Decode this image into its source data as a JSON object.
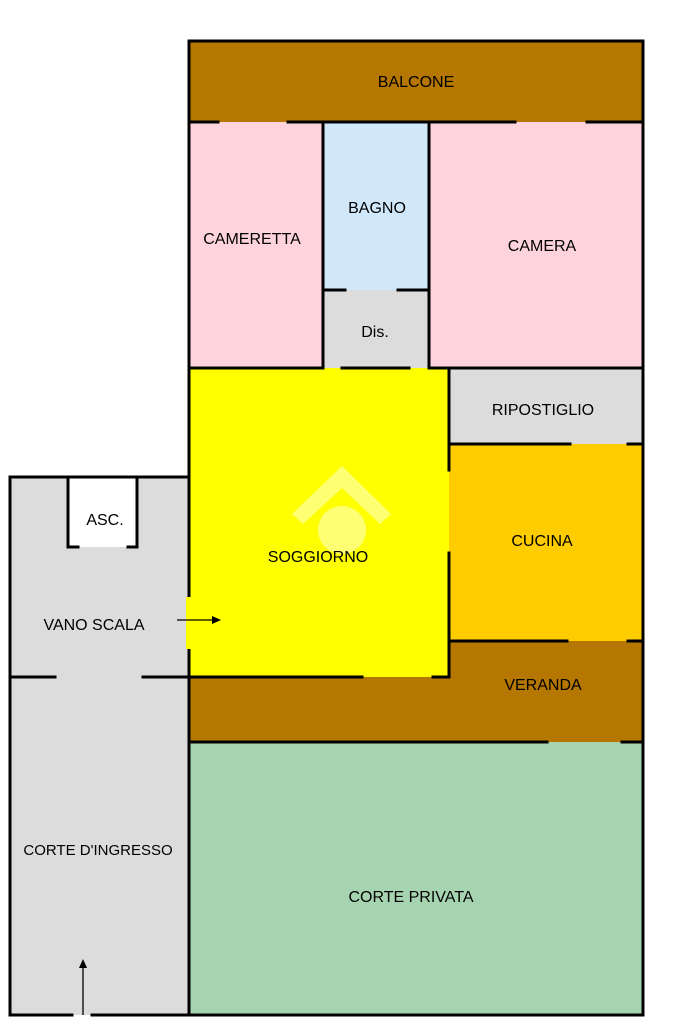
{
  "plan": {
    "rooms": [
      {
        "key": "balcone",
        "label": "BALCONE",
        "color": "#b57700"
      },
      {
        "key": "cameretta",
        "label": "CAMERETTA",
        "color": "#ffd3dc"
      },
      {
        "key": "bagno",
        "label": "BAGNO",
        "color": "#d1e8fb"
      },
      {
        "key": "camera",
        "label": "CAMERA",
        "color": "#ffd3dc"
      },
      {
        "key": "dis",
        "label": "Dis.",
        "color": "#dcdcdc"
      },
      {
        "key": "ripostiglio",
        "label": "RIPOSTIGLIO",
        "color": "#dcdcdc"
      },
      {
        "key": "soggiorno",
        "label": "SOGGIORNO",
        "color": "#ffff00"
      },
      {
        "key": "cucina",
        "label": "CUCINA",
        "color": "#ffcc00"
      },
      {
        "key": "veranda",
        "label": "VERANDA",
        "color": "#b57700"
      },
      {
        "key": "asc",
        "label": "ASC.",
        "color": "#ffffff"
      },
      {
        "key": "vano_scala",
        "label": "VANO SCALA",
        "color": "#dcdcdc"
      },
      {
        "key": "corte_ingresso",
        "label": "CORTE D'INGRESSO",
        "color": "#dcdcdc"
      },
      {
        "key": "corte_privata",
        "label": "CORTE PRIVATA",
        "color": "#a7d4b0"
      }
    ],
    "wall_color": "#000000",
    "watermark_icon": "house-logo-icon",
    "arrow_icon": "arrow-icon"
  }
}
